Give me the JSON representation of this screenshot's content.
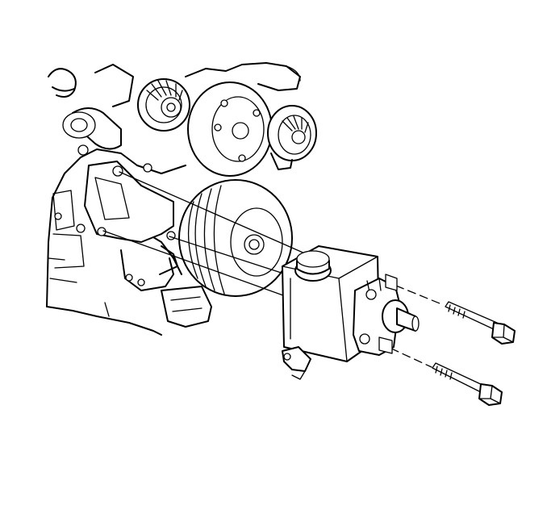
{
  "figure": {
    "labels": [],
    "parts": {
      "engine": "engine-block",
      "pump": "power-steering-pump",
      "reservoir": "reservoir",
      "bolts": "mounting-bolts",
      "guides": "alignment-lines"
    }
  }
}
